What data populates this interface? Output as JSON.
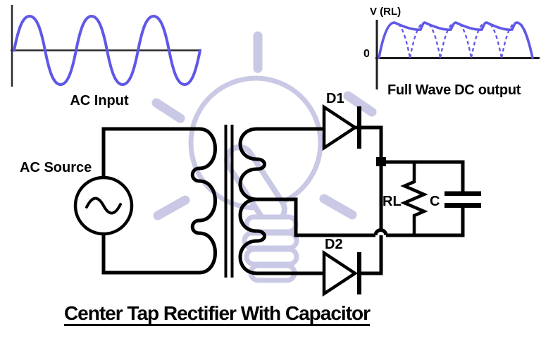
{
  "page": {
    "background": "#ffffff"
  },
  "title": {
    "text": "Center Tap Rectifier With Capacitor"
  },
  "ac_input_plot": {
    "caption": "AC Input",
    "waveform": "sine",
    "cycles": 3,
    "wave_color": "#5f58e6",
    "axis_color": "#2b2b2b"
  },
  "dc_output_plot": {
    "y_axis_label": "V (RL)",
    "origin_tick": "0",
    "caption": "Full Wave DC output",
    "humps": 5,
    "solid_curve": "capacitor-smoothed ripple",
    "dashed_curve": "full-wave rectified humps",
    "wave_color": "#5f58e6",
    "axis_color": "#1c1c1c"
  },
  "circuit": {
    "line_color": "#000000",
    "ac_source": {
      "label": "AC Source",
      "symbol": "sine-source-icon"
    },
    "transformer": {
      "type": "center-tapped",
      "primary_loops": 3,
      "secondary_loops": 4
    },
    "diodes": [
      {
        "label": "D1"
      },
      {
        "label": "D2"
      }
    ],
    "load_resistor": {
      "label": "RL"
    },
    "capacitor": {
      "label": "C"
    }
  },
  "watermark": {
    "name": "lightbulb-logo",
    "color": "#c9c9e6"
  }
}
